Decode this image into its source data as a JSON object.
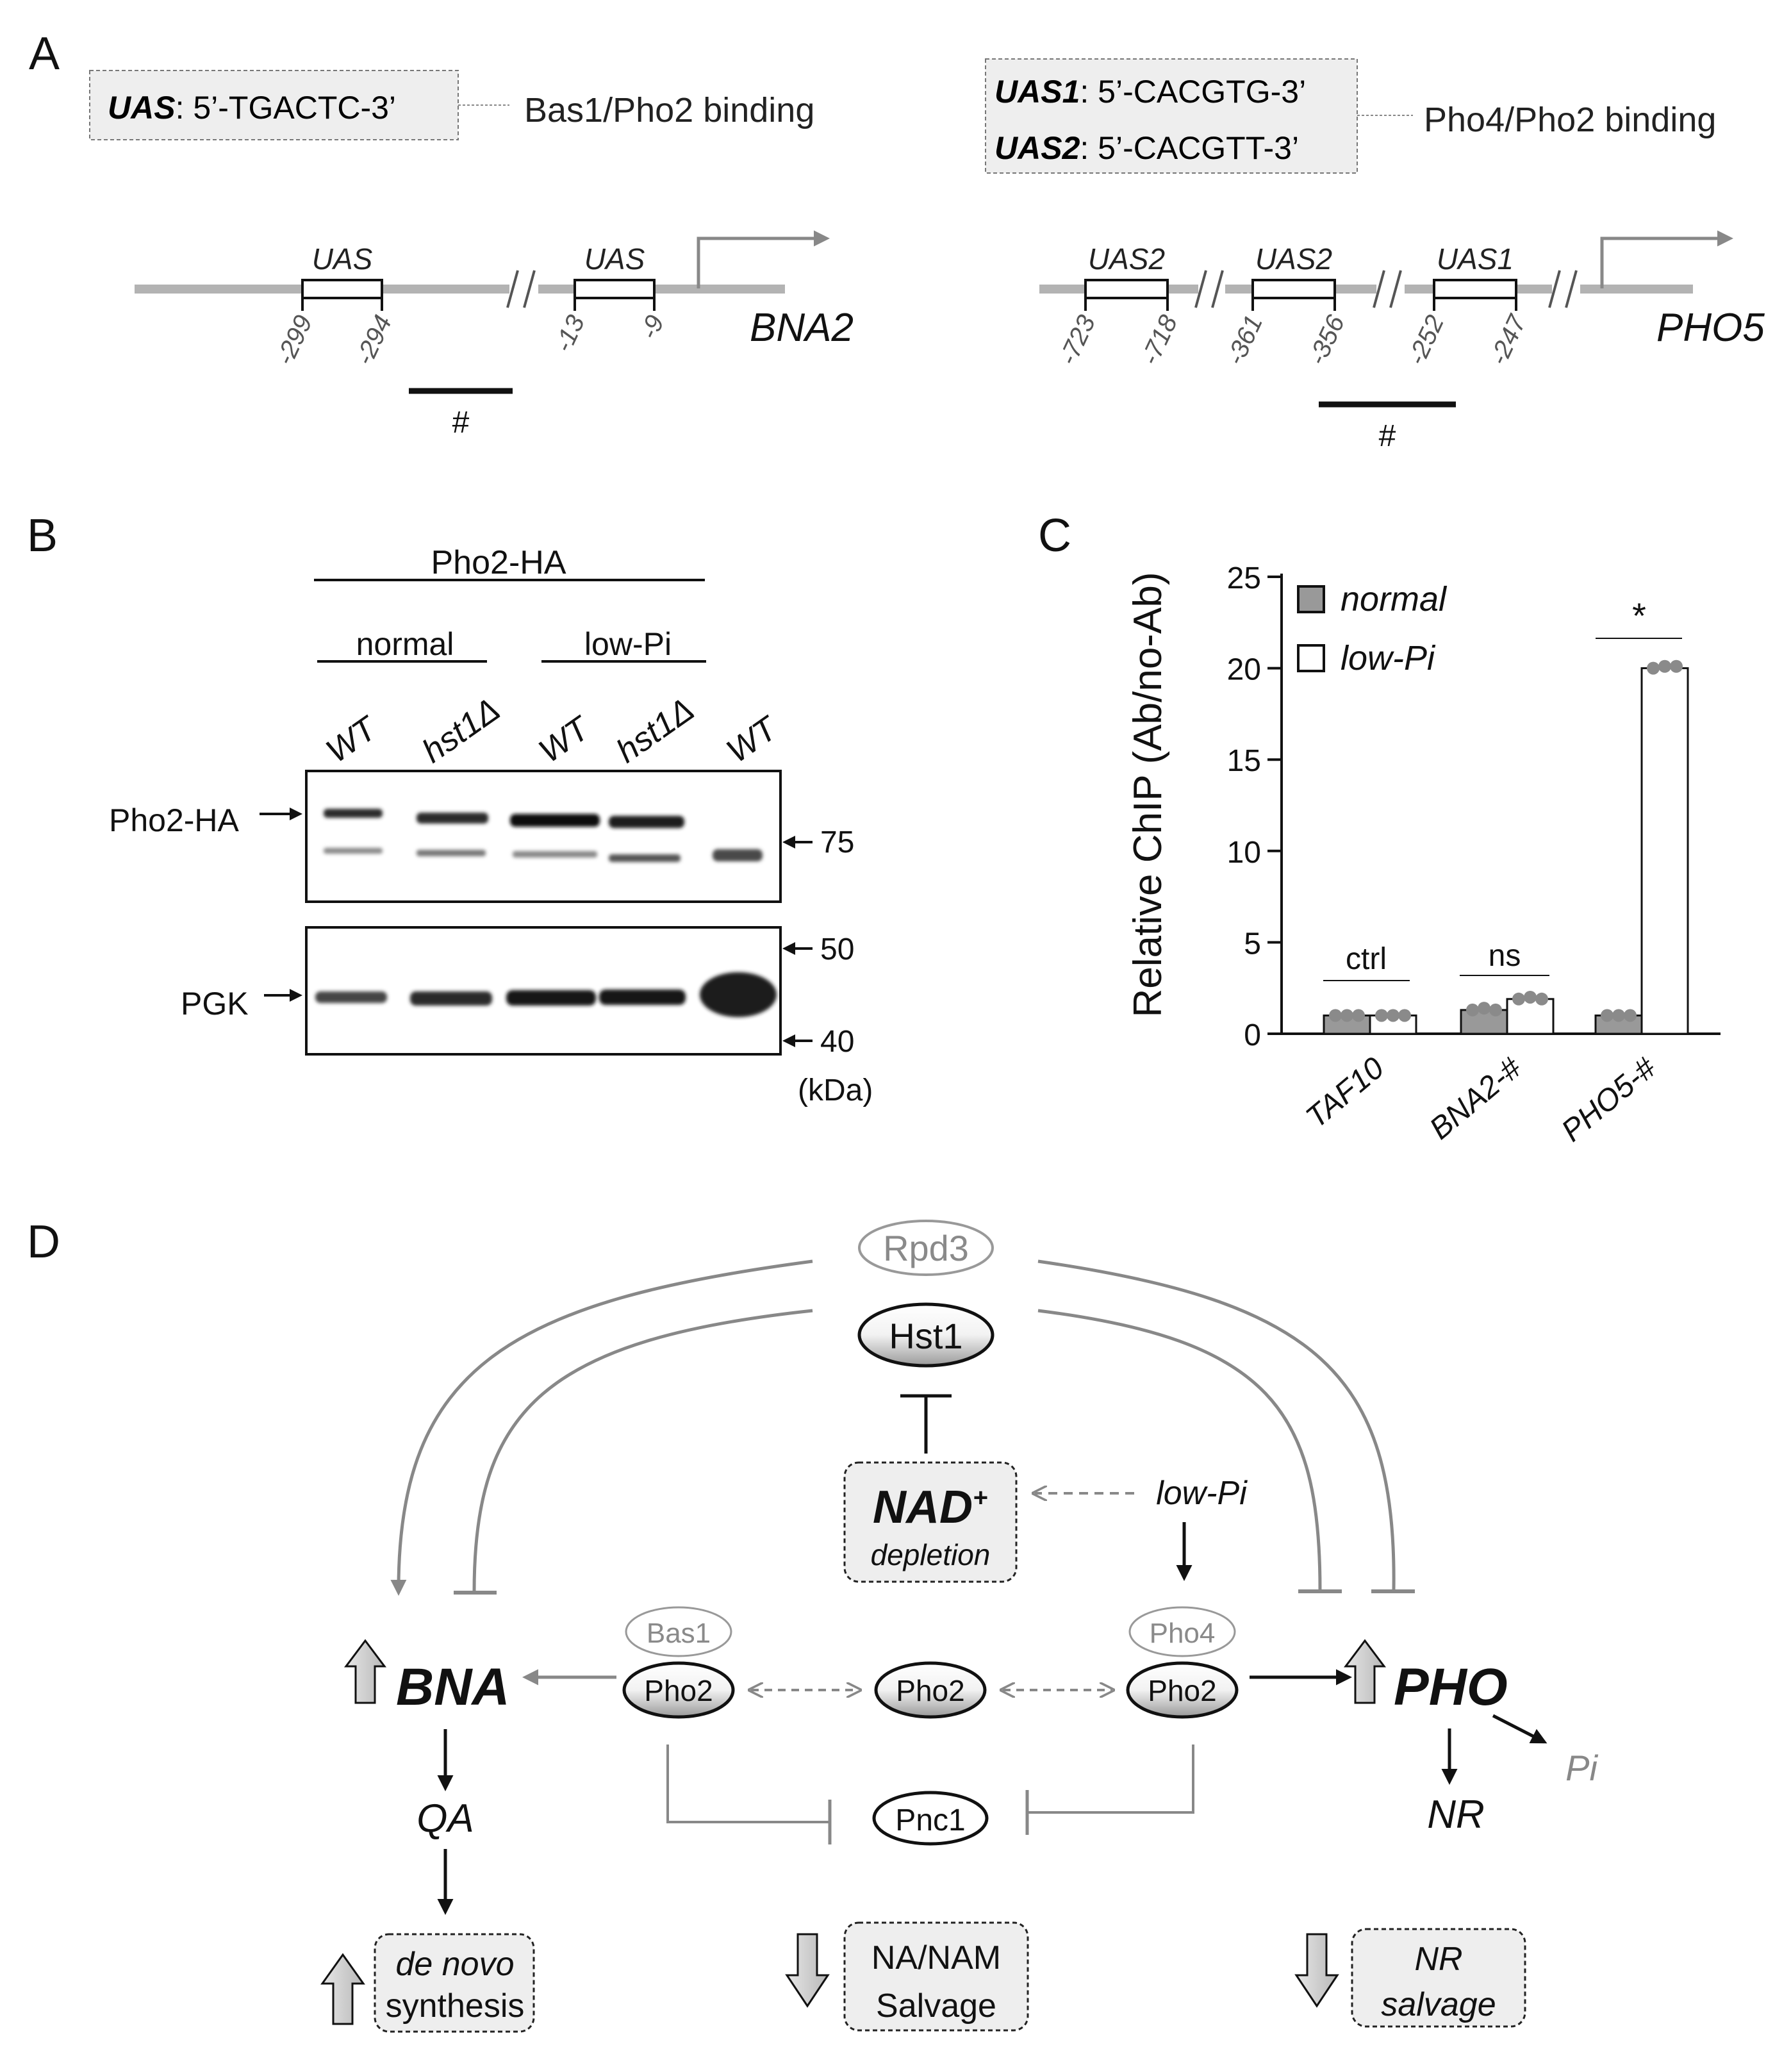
{
  "panels": {
    "a": "A",
    "b": "B",
    "c": "C",
    "d": "D"
  },
  "panel_a": {
    "bas1_box": {
      "label": "UAS",
      "seq": ": 5’-TGACTC-3’"
    },
    "bas1_binding": "Bas1/Pho2 binding",
    "pho_box": {
      "uas1_label": "UAS1",
      "uas1_seq": ": 5’-CACGTG-3’",
      "uas2_label": "UAS2",
      "uas2_seq": ": 5’-CACGTT-3’"
    },
    "pho_binding": "Pho4/Pho2 binding",
    "bna2": {
      "gene": "BNA2",
      "uas_labels": [
        "UAS",
        "UAS"
      ],
      "positions": [
        "-299",
        "-294",
        "-13",
        "-9"
      ],
      "amplicon": "#"
    },
    "pho5": {
      "gene": "PHO5",
      "uas_labels": [
        "UAS2",
        "UAS2",
        "UAS1"
      ],
      "positions": [
        "-723",
        "-718",
        "-361",
        "-356",
        "-252",
        "-247"
      ],
      "amplicon": "#"
    }
  },
  "panel_b": {
    "group_label": "Pho2-HA",
    "conditions": [
      "normal",
      "low-Pi"
    ],
    "lanes": [
      "WT",
      "hst1Δ",
      "WT",
      "hst1Δ",
      "WT"
    ],
    "blot1_label": "Pho2-HA",
    "blot2_label": "PGK",
    "markers": [
      "75",
      "50",
      "40"
    ],
    "unit": "(kDa)"
  },
  "chart_data": {
    "type": "bar",
    "ylabel": "Relative ChIP (Ab/no-Ab)",
    "ylim": [
      0,
      25
    ],
    "yticks": [
      "0",
      "5",
      "10",
      "15",
      "20",
      "25"
    ],
    "categories": [
      "TAF10",
      "BNA2-#",
      "PHO5-#"
    ],
    "series": [
      {
        "name": "normal",
        "values": [
          1.0,
          1.3,
          1.0
        ],
        "color": "#999999"
      },
      {
        "name": "low-Pi",
        "values": [
          1.0,
          1.9,
          20.0
        ],
        "color": "#ffffff"
      }
    ],
    "points": {
      "normal": [
        [
          1.0,
          1.0,
          1.0
        ],
        [
          1.3,
          1.4,
          1.3
        ],
        [
          1.0,
          1.0,
          1.0
        ]
      ],
      "low-Pi": [
        [
          1.0,
          1.0,
          1.0
        ],
        [
          1.9,
          2.0,
          1.9
        ],
        [
          20.0,
          20.1,
          20.1
        ]
      ]
    },
    "annotations": [
      "ctrl",
      "ns",
      "*"
    ],
    "legend": "top-left"
  },
  "panel_d": {
    "rpd3": "Rpd3",
    "hst1": "Hst1",
    "nad": "NAD",
    "nad_sup": "+",
    "depletion": "depletion",
    "low_pi": "low-Pi",
    "bas1": "Bas1",
    "pho4": "Pho4",
    "pho2_labels": [
      "Pho2",
      "Pho2",
      "Pho2"
    ],
    "bna": "BNA",
    "pho": "PHO",
    "qa": "QA",
    "nr": "NR",
    "pi": "Pi",
    "pnc1": "Pnc1",
    "de_novo": [
      "de novo",
      "synthesis"
    ],
    "na_nam": [
      "NA/NAM",
      "Salvage"
    ],
    "nr_salvage": [
      "NR",
      "salvage"
    ]
  }
}
